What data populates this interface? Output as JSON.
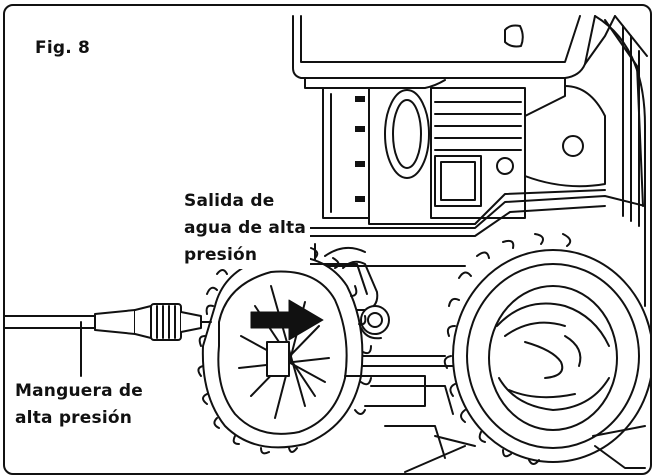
{
  "figure": {
    "label": "Fig. 8"
  },
  "callouts": {
    "outlet": [
      "Salida de",
      "agua de alta",
      "presión"
    ],
    "hose": [
      "Manguera de",
      "alta presión"
    ]
  },
  "colors": {
    "ink": "#111111",
    "paper": "#ffffff",
    "arrow": "#111111"
  }
}
